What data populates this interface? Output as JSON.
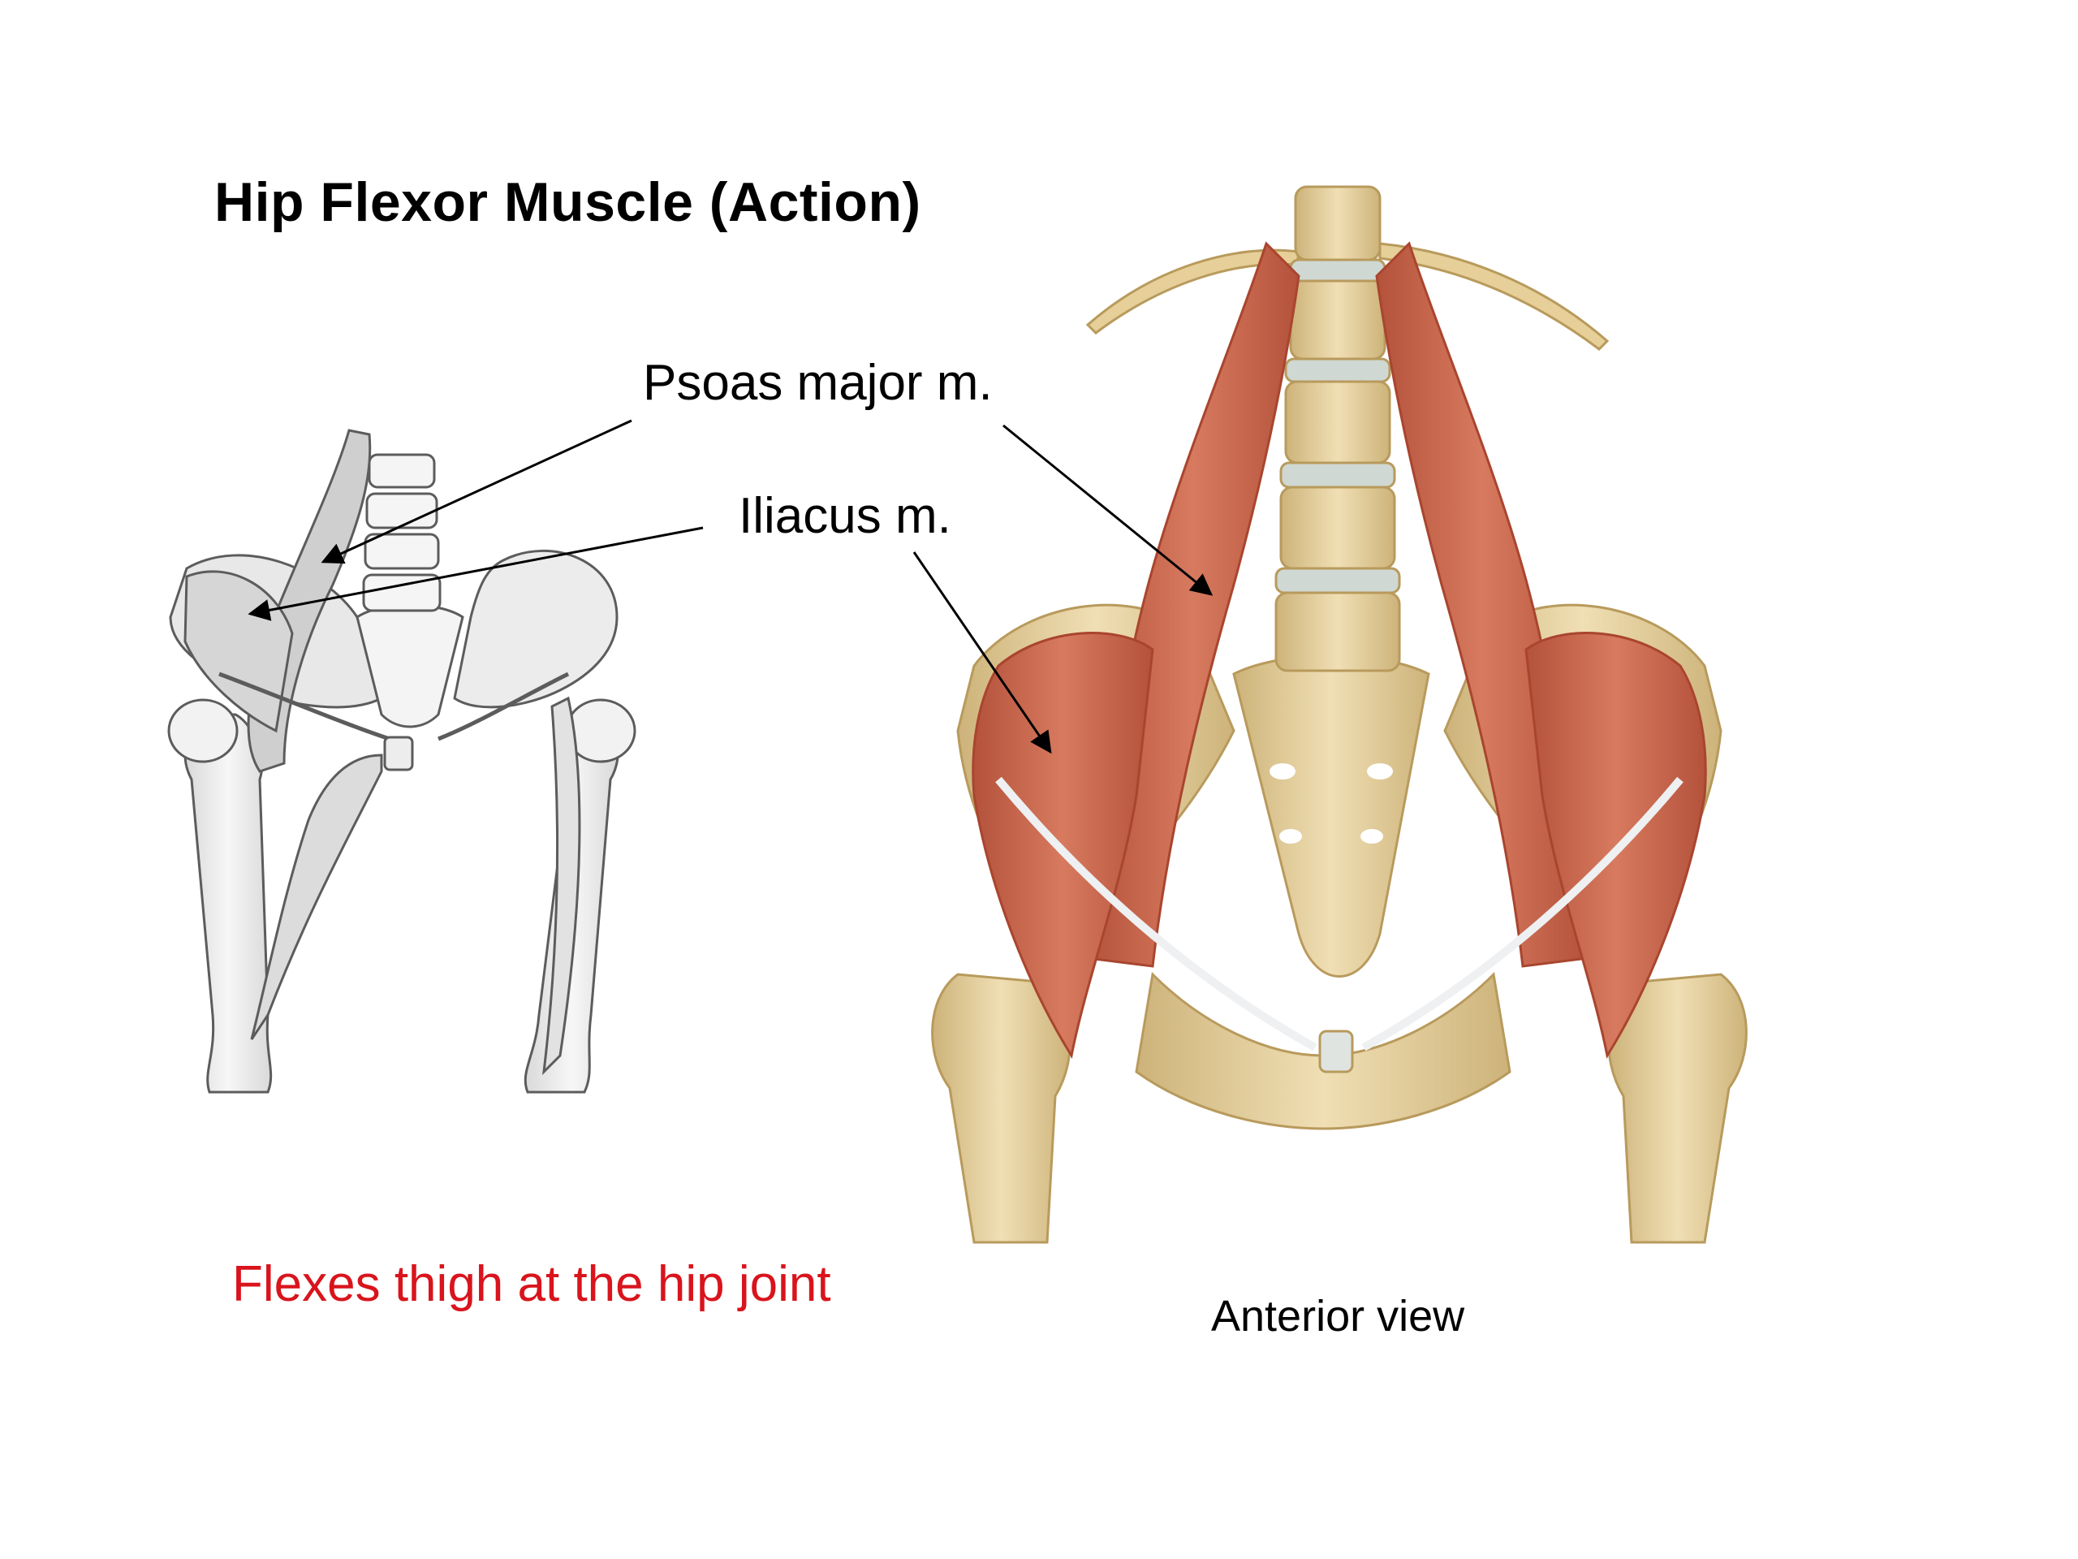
{
  "slide": {
    "title": "Hip Flexor Muscle (Action)",
    "labels": {
      "psoas": "Psoas major m.",
      "iliacus": "Iliacus m."
    },
    "action_caption": "Flexes thigh at the hip joint",
    "view_caption": "Anterior view"
  },
  "colors": {
    "background": "#ffffff",
    "text": "#000000",
    "action_text": "#d9141c",
    "muscle": "#c9634a",
    "muscle_dark": "#a9452f",
    "bone": "#e8d3a0",
    "bone_shadow": "#c9ae6e",
    "disc": "#cfd8d2",
    "ligament": "#eef0f2",
    "sketch_fill": "#efefef",
    "sketch_line": "#5c5c5c"
  },
  "icons": [
    "arrow-head-icon"
  ]
}
